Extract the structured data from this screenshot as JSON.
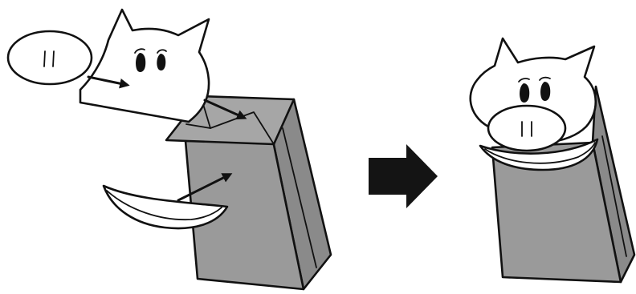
{
  "colors": {
    "bag_front": "#9a9a9a",
    "bag_side": "#8a8a8a",
    "bag_flap": "#a6a6a6",
    "paper": "#ffffff",
    "ink": "#111111",
    "transition_arrow": "#141414"
  },
  "steps": [
    {
      "id": "assembly",
      "parts": [
        "pig-head-cutout",
        "snout-cutout",
        "mouth-cutout",
        "paper-bag"
      ]
    },
    {
      "id": "result",
      "parts": [
        "pig-puppet"
      ]
    }
  ],
  "icons": {
    "transition": "right-arrow-icon",
    "placement": "arrow-icon"
  }
}
